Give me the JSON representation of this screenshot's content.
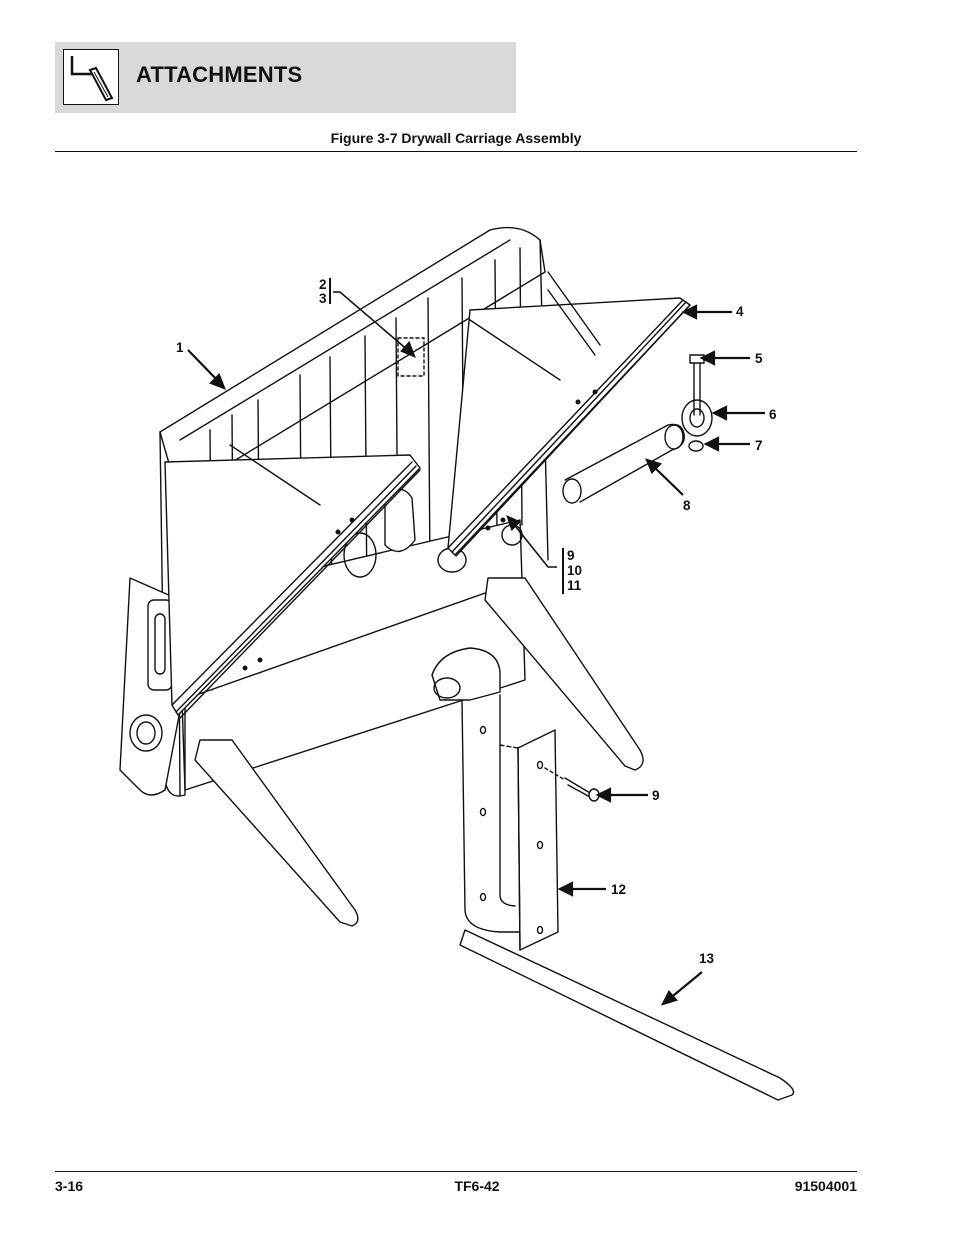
{
  "header": {
    "title": "ATTACHMENTS",
    "icon": "attachment-fork-icon"
  },
  "figure": {
    "caption": "Figure 3-7 Drywall Carriage Assembly"
  },
  "callouts": {
    "c1": "1",
    "c2": "2",
    "c3": "3",
    "c4": "4",
    "c5": "5",
    "c6": "6",
    "c7": "7",
    "c8": "8",
    "c9a": "9",
    "c10": "10",
    "c11": "11",
    "c9b": "9",
    "c12": "12",
    "c13": "13"
  },
  "footer": {
    "page": "3-16",
    "model": "TF6-42",
    "doc_number": "91504001"
  }
}
